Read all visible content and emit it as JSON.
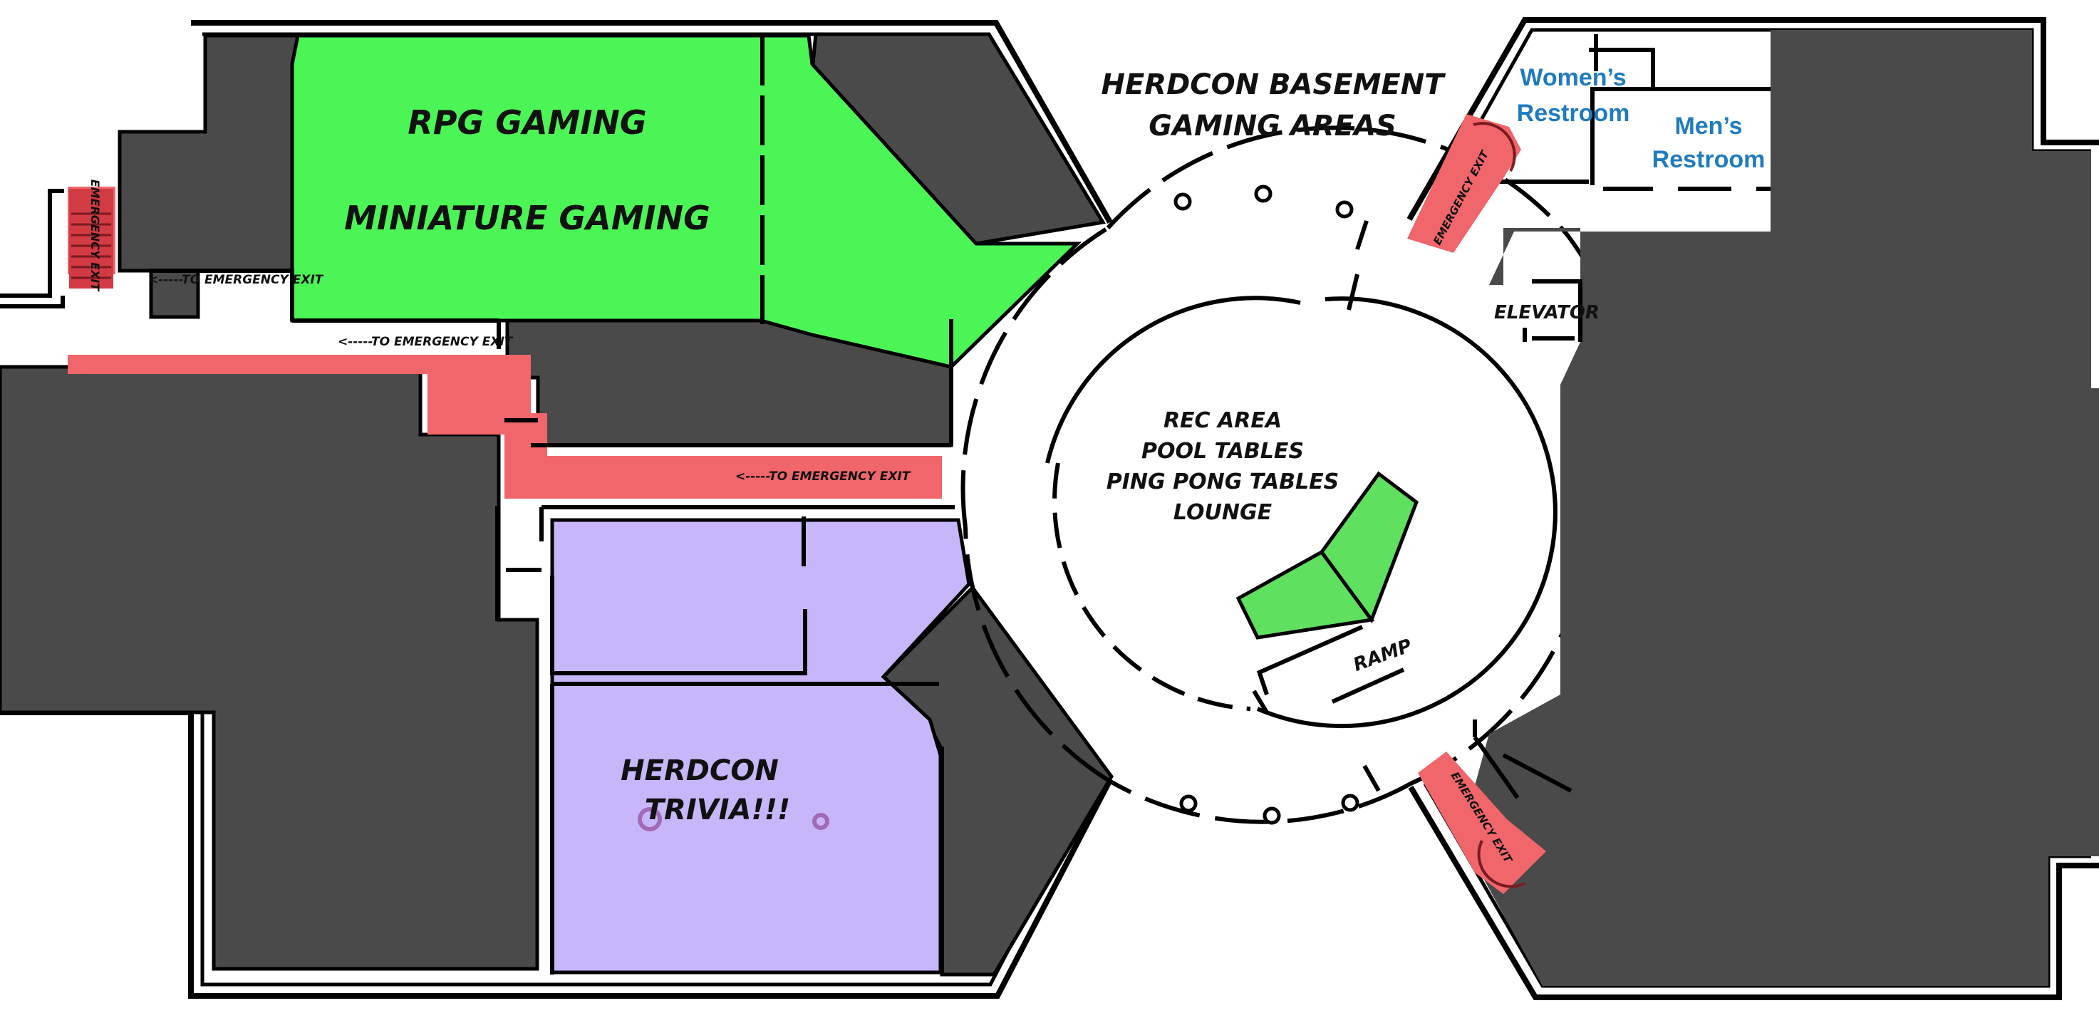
{
  "title_line1": "HERDCON BASEMENT",
  "title_line2": "GAMING AREAS",
  "rpg_label": "RPG GAMING",
  "miniature_label": "MINIATURE GAMING",
  "trivia_line1": "HERDCON",
  "trivia_line2": "TRIVIA!!!",
  "rec_area": [
    "REC AREA",
    "POOL TABLES",
    "PING PONG TABLES",
    "LOUNGE"
  ],
  "ramp_label": "RAMP",
  "elevator_label": "ELEVATOR",
  "womens_line1": "Women’s",
  "womens_line2": "Restroom",
  "mens_line1": "Men’s",
  "mens_line2": "Restroom",
  "emergency_exit_label": "EMERGENCY EXIT",
  "to_exit_1": "<-----TO EMERGENCY EXIT",
  "to_exit_2": "<-----TO EMERGENCY EXIT",
  "to_exit_3": "<-----TO EMERGENCY EXIT",
  "colors": {
    "rpg_area": "#4cf556",
    "trivia_area": "#c8b6fb",
    "blocked": "#4a4a4a",
    "exit_route": "#f0666a",
    "restroom_text": "#1f7bc0",
    "ramp": "#5fe05f"
  }
}
